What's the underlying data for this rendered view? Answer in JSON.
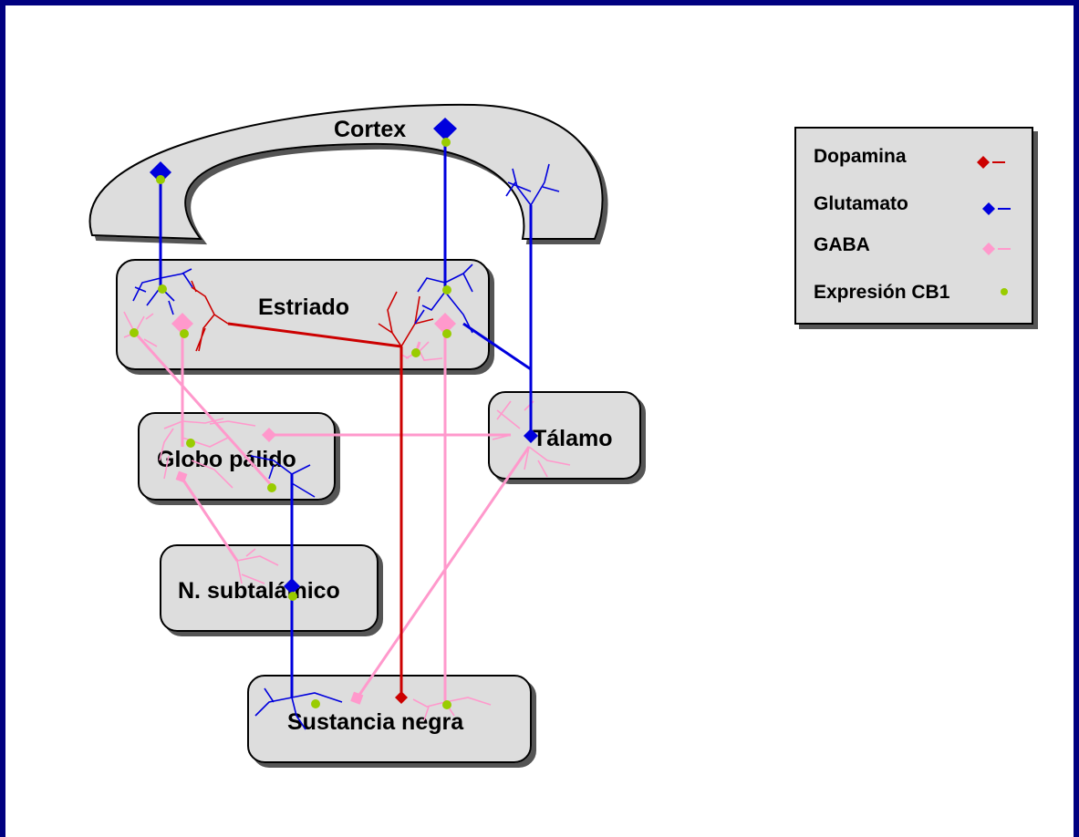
{
  "regions": {
    "cortex": "Cortex",
    "estriado": "Estriado",
    "globo_palido": "Globo pálido",
    "talamo": "Tálamo",
    "subtalamico": "N. subtalámico",
    "sustancia_negra": "Sustancia negra"
  },
  "legend": {
    "items": [
      {
        "label": "Dopamina",
        "color": "#cc0000"
      },
      {
        "label": "Glutamato",
        "color": "#0000dd"
      },
      {
        "label": "GABA",
        "color": "#ff99cc"
      },
      {
        "label": "Expresión CB1",
        "color": "#99cc00"
      }
    ]
  },
  "colors": {
    "dopamine": "#cc0000",
    "glutamate": "#0000dd",
    "gaba": "#ff99cc",
    "cb1": "#99cc00",
    "box_fill": "#dddddd",
    "frame": "#000080"
  }
}
